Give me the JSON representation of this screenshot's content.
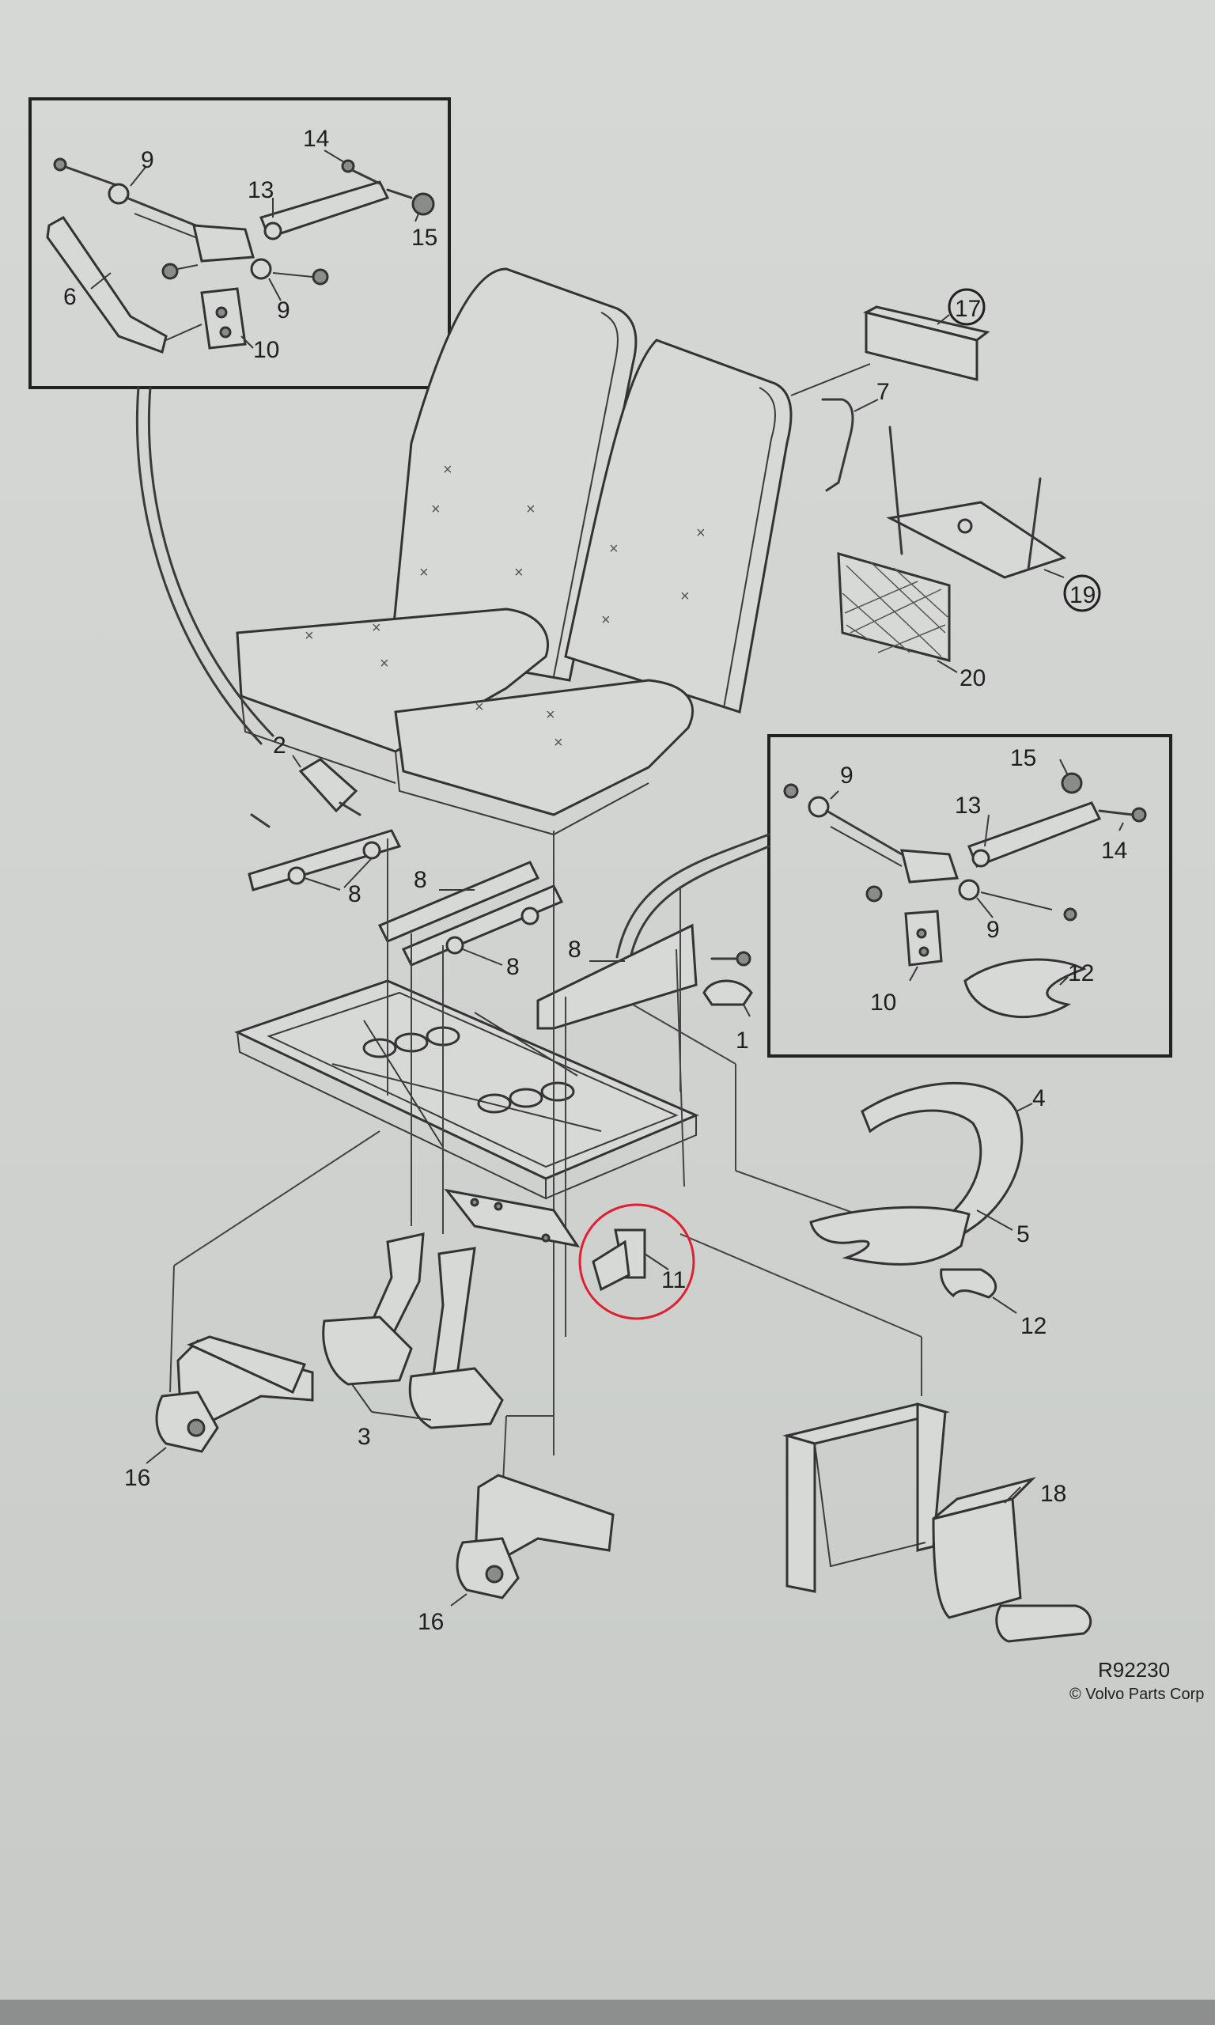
{
  "diagram": {
    "reference_code": "R92230",
    "copyright": "© Volvo Parts Corp",
    "accent_circle_color": "#e02030",
    "part_labels": {
      "p1": "1",
      "p2": "2",
      "p3": "3",
      "p4": "4",
      "p5": "5",
      "p6": "6",
      "p7": "7",
      "p8": "8",
      "p9": "9",
      "p10": "10",
      "p11": "11",
      "p12": "12",
      "p13": "13",
      "p14": "14",
      "p15": "15",
      "p16": "16",
      "p17": "17",
      "p18": "18",
      "p19": "19",
      "p20": "20"
    },
    "highlighted_part": "11"
  }
}
